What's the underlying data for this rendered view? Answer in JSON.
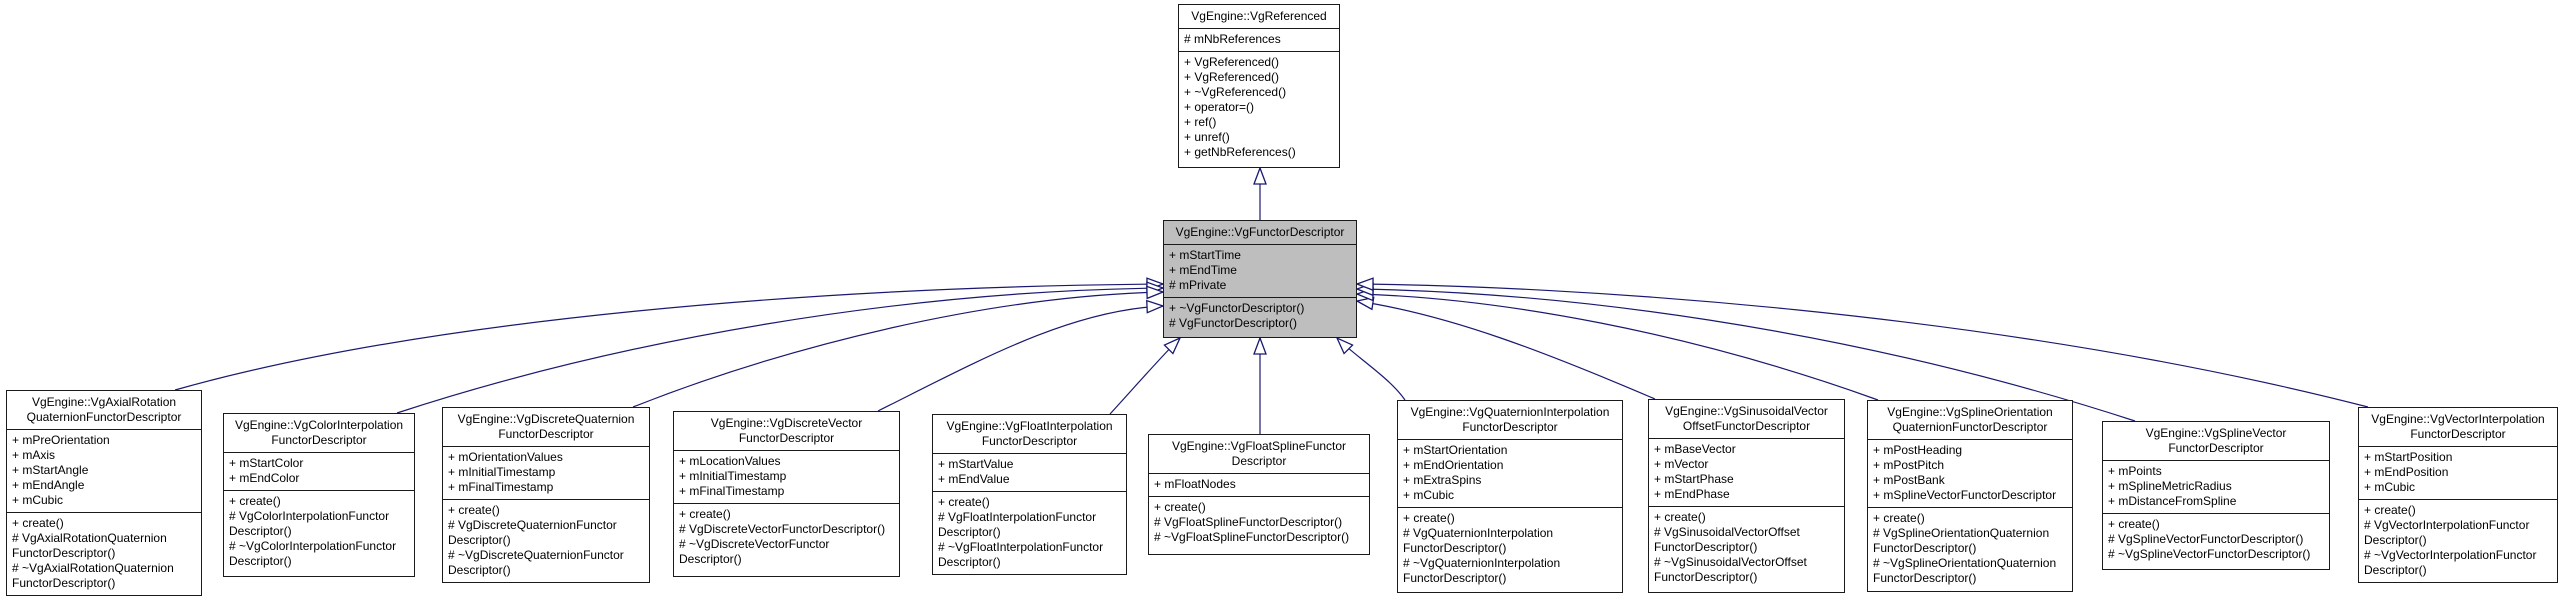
{
  "colors": {
    "edge": "#191970",
    "border": "#1a1a1a",
    "node_fill": "#ffffff",
    "highlight_fill": "#bebebe",
    "text": "#000000",
    "page_bg": "#ffffff"
  },
  "classes": [
    {
      "id": "referenced",
      "title": "VgEngine::VgReferenced",
      "highlight": false,
      "attributes": [
        "# mNbReferences"
      ],
      "methods": [
        "+ VgReferenced()",
        "+ VgReferenced()",
        "+ ~VgReferenced()",
        "+ operator=()",
        "+ ref()",
        "+ unref()",
        "+ getNbReferences()"
      ]
    },
    {
      "id": "functor-descriptor",
      "title": "VgEngine::VgFunctorDescriptor",
      "highlight": true,
      "attributes": [
        "+ mStartTime",
        "+ mEndTime",
        "# mPrivate"
      ],
      "methods": [
        "+ ~VgFunctorDescriptor()",
        "# VgFunctorDescriptor()"
      ]
    },
    {
      "id": "axial-rotation-quaternion",
      "title": "VgEngine::VgAxialRotation\nQuaternionFunctorDescriptor",
      "highlight": false,
      "attributes": [
        "+ mPreOrientation",
        "+ mAxis",
        "+ mStartAngle",
        "+ mEndAngle",
        "+ mCubic"
      ],
      "methods": [
        "+ create()",
        "# VgAxialRotationQuaternion\nFunctorDescriptor()",
        "# ~VgAxialRotationQuaternion\nFunctorDescriptor()"
      ]
    },
    {
      "id": "color-interpolation",
      "title": "VgEngine::VgColorInterpolation\nFunctorDescriptor",
      "highlight": false,
      "attributes": [
        "+ mStartColor",
        "+ mEndColor"
      ],
      "methods": [
        "+ create()",
        "# VgColorInterpolationFunctor\nDescriptor()",
        "# ~VgColorInterpolationFunctor\nDescriptor()"
      ]
    },
    {
      "id": "discrete-quaternion",
      "title": "VgEngine::VgDiscreteQuaternion\nFunctorDescriptor",
      "highlight": false,
      "attributes": [
        "+ mOrientationValues",
        "+ mInitialTimestamp",
        "+ mFinalTimestamp"
      ],
      "methods": [
        "+ create()",
        "# VgDiscreteQuaternionFunctor\nDescriptor()",
        "# ~VgDiscreteQuaternionFunctor\nDescriptor()"
      ]
    },
    {
      "id": "discrete-vector",
      "title": "VgEngine::VgDiscreteVector\nFunctorDescriptor",
      "highlight": false,
      "attributes": [
        "+ mLocationValues",
        "+ mInitialTimestamp",
        "+ mFinalTimestamp"
      ],
      "methods": [
        "+ create()",
        "# VgDiscreteVectorFunctorDescriptor()",
        "# ~VgDiscreteVectorFunctor\nDescriptor()"
      ]
    },
    {
      "id": "float-interpolation",
      "title": "VgEngine::VgFloatInterpolation\nFunctorDescriptor",
      "highlight": false,
      "attributes": [
        "+ mStartValue",
        "+ mEndValue"
      ],
      "methods": [
        "+ create()",
        "# VgFloatInterpolationFunctor\nDescriptor()",
        "# ~VgFloatInterpolationFunctor\nDescriptor()"
      ]
    },
    {
      "id": "float-spline",
      "title": "VgEngine::VgFloatSplineFunctor\nDescriptor",
      "highlight": false,
      "attributes": [
        "+ mFloatNodes"
      ],
      "methods": [
        "+ create()",
        "# VgFloatSplineFunctorDescriptor()",
        "# ~VgFloatSplineFunctorDescriptor()"
      ]
    },
    {
      "id": "quaternion-interpolation",
      "title": "VgEngine::VgQuaternionInterpolation\nFunctorDescriptor",
      "highlight": false,
      "attributes": [
        "+ mStartOrientation",
        "+ mEndOrientation",
        "+ mExtraSpins",
        "+ mCubic"
      ],
      "methods": [
        "+ create()",
        "# VgQuaternionInterpolation\nFunctorDescriptor()",
        "# ~VgQuaternionInterpolation\nFunctorDescriptor()"
      ]
    },
    {
      "id": "sinusoidal-vector-offset",
      "title": "VgEngine::VgSinusoidalVector\nOffsetFunctorDescriptor",
      "highlight": false,
      "attributes": [
        "+ mBaseVector",
        "+ mVector",
        "+ mStartPhase",
        "+ mEndPhase"
      ],
      "methods": [
        "+ create()",
        "# VgSinusoidalVectorOffset\nFunctorDescriptor()",
        "# ~VgSinusoidalVectorOffset\nFunctorDescriptor()"
      ]
    },
    {
      "id": "spline-orientation-quaternion",
      "title": "VgEngine::VgSplineOrientation\nQuaternionFunctorDescriptor",
      "highlight": false,
      "attributes": [
        "+ mPostHeading",
        "+ mPostPitch",
        "+ mPostBank",
        "+ mSplineVectorFunctorDescriptor"
      ],
      "methods": [
        "+ create()",
        "# VgSplineOrientationQuaternion\nFunctorDescriptor()",
        "# ~VgSplineOrientationQuaternion\nFunctorDescriptor()"
      ]
    },
    {
      "id": "spline-vector",
      "title": "VgEngine::VgSplineVector\nFunctorDescriptor",
      "highlight": false,
      "attributes": [
        "+ mPoints",
        "+ mSplineMetricRadius",
        "+ mDistanceFromSpline"
      ],
      "methods": [
        "+ create()",
        "# VgSplineVectorFunctorDescriptor()",
        "# ~VgSplineVectorFunctorDescriptor()"
      ]
    },
    {
      "id": "vector-interpolation",
      "title": "VgEngine::VgVectorInterpolation\nFunctorDescriptor",
      "highlight": false,
      "attributes": [
        "+ mStartPosition",
        "+ mEndPosition",
        "+ mCubic"
      ],
      "methods": [
        "+ create()",
        "# VgVectorInterpolationFunctor\nDescriptor()",
        "# ~VgVectorInterpolationFunctor\nDescriptor()"
      ]
    }
  ],
  "relations": [
    {
      "child": "functor-descriptor",
      "parent": "referenced"
    },
    {
      "child": "axial-rotation-quaternion",
      "parent": "functor-descriptor"
    },
    {
      "child": "color-interpolation",
      "parent": "functor-descriptor"
    },
    {
      "child": "discrete-quaternion",
      "parent": "functor-descriptor"
    },
    {
      "child": "discrete-vector",
      "parent": "functor-descriptor"
    },
    {
      "child": "float-interpolation",
      "parent": "functor-descriptor"
    },
    {
      "child": "float-spline",
      "parent": "functor-descriptor"
    },
    {
      "child": "quaternion-interpolation",
      "parent": "functor-descriptor"
    },
    {
      "child": "sinusoidal-vector-offset",
      "parent": "functor-descriptor"
    },
    {
      "child": "spline-orientation-quaternion",
      "parent": "functor-descriptor"
    },
    {
      "child": "spline-vector",
      "parent": "functor-descriptor"
    },
    {
      "child": "vector-interpolation",
      "parent": "functor-descriptor"
    }
  ]
}
